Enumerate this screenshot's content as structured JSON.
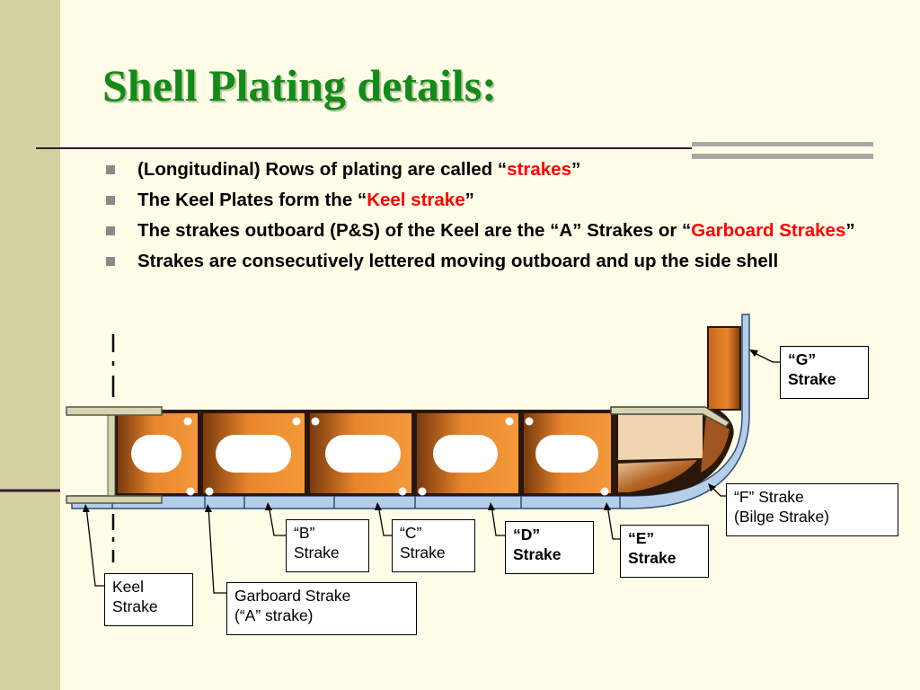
{
  "slide": {
    "title": "Shell Plating details:",
    "bullets": [
      {
        "pre": "(Longitudinal) Rows of plating are called “",
        "highlight": "strakes",
        "post": "”"
      },
      {
        "pre": "The Keel Plates form the “",
        "highlight": "Keel strake",
        "post": "”"
      },
      {
        "pre": "The strakes outboard (P&S) of the Keel are the “A” Strakes or “",
        "highlight": "Garboard Strakes",
        "post": "”"
      },
      {
        "pre": "Strakes are consecutively lettered moving outboard and up the side shell",
        "highlight": "",
        "post": ""
      }
    ]
  },
  "diagram": {
    "labels": {
      "g_strake": {
        "line1": "“G”",
        "line2": "Strake"
      },
      "f_strake": {
        "line1": "“F” Strake",
        "line2": "(Bilge Strake)"
      },
      "e_strake": {
        "line1": "“E”",
        "line2": "Strake"
      },
      "d_strake": {
        "line1": "“D”",
        "line2": "Strake"
      },
      "c_strake": {
        "line1": "“C”",
        "line2": "Strake"
      },
      "b_strake": {
        "line1": "“B”",
        "line2": "Strake"
      },
      "garboard": {
        "line1": "Garboard Strake",
        "line2": "(“A” strake)"
      },
      "keel": {
        "line1": "Keel",
        "line2": "Strake"
      }
    }
  },
  "colors": {
    "title": "#138A19",
    "highlight": "#FF0000",
    "left_band": "#D4D1A2",
    "plate": "#E8862E",
    "shell": "#B5CFEA"
  }
}
